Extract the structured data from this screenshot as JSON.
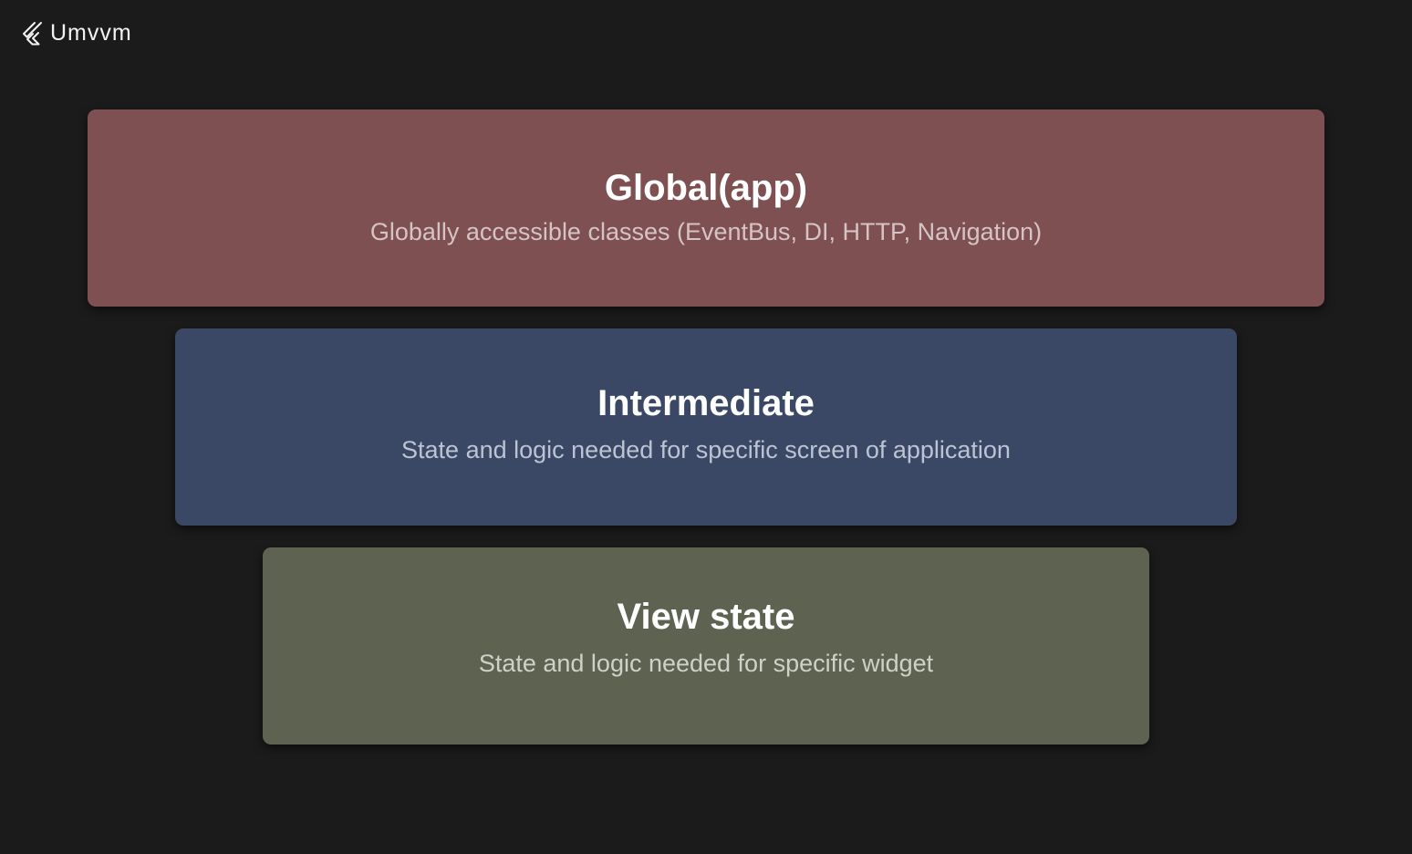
{
  "header": {
    "brand_name": "Umvvm",
    "logo_icon": "flutter-logo-icon"
  },
  "layers": {
    "global": {
      "title": "Global(app)",
      "description": "Globally accessible classes (EventBus, DI, HTTP, Navigation)",
      "color": "#7e5052"
    },
    "intermediate": {
      "title": "Intermediate",
      "description": "State and logic needed for specific screen of application",
      "color": "#3a4866"
    },
    "view_state": {
      "title": "View state",
      "description": "State and logic needed for specific widget",
      "color": "#5e6251"
    }
  },
  "background_color": "#1b1b1b"
}
